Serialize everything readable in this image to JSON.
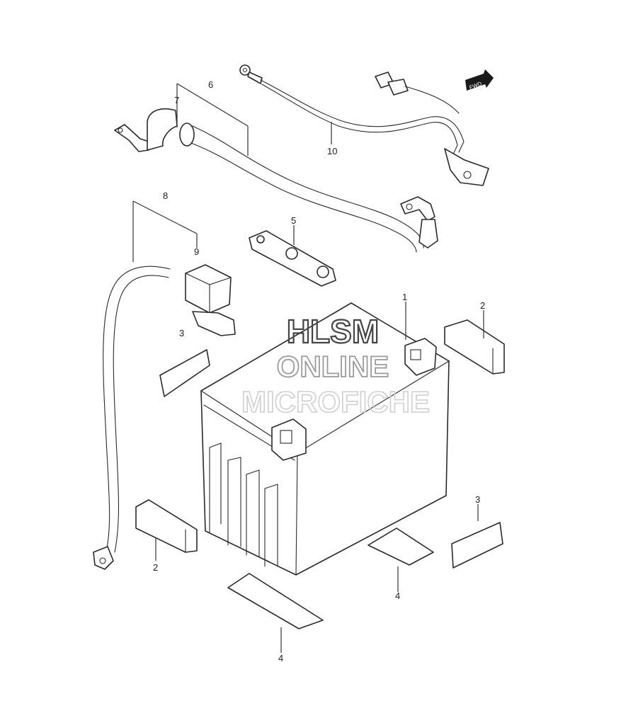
{
  "diagram": {
    "fwd_badge": "FWD",
    "callouts": [
      {
        "id": "c1",
        "text": "1"
      },
      {
        "id": "c2a",
        "text": "2"
      },
      {
        "id": "c2b",
        "text": "2"
      },
      {
        "id": "c3a",
        "text": "3"
      },
      {
        "id": "c3b",
        "text": "3"
      },
      {
        "id": "c4a",
        "text": "4"
      },
      {
        "id": "c4b",
        "text": "4"
      },
      {
        "id": "c5",
        "text": "5"
      },
      {
        "id": "c6",
        "text": "6"
      },
      {
        "id": "c7",
        "text": "7"
      },
      {
        "id": "c8",
        "text": "8"
      },
      {
        "id": "c9",
        "text": "9"
      },
      {
        "id": "c10",
        "text": "10"
      }
    ]
  },
  "watermark": {
    "line1": "HLSM",
    "line2": "ONLINE",
    "line3": "MICROFICHE"
  }
}
